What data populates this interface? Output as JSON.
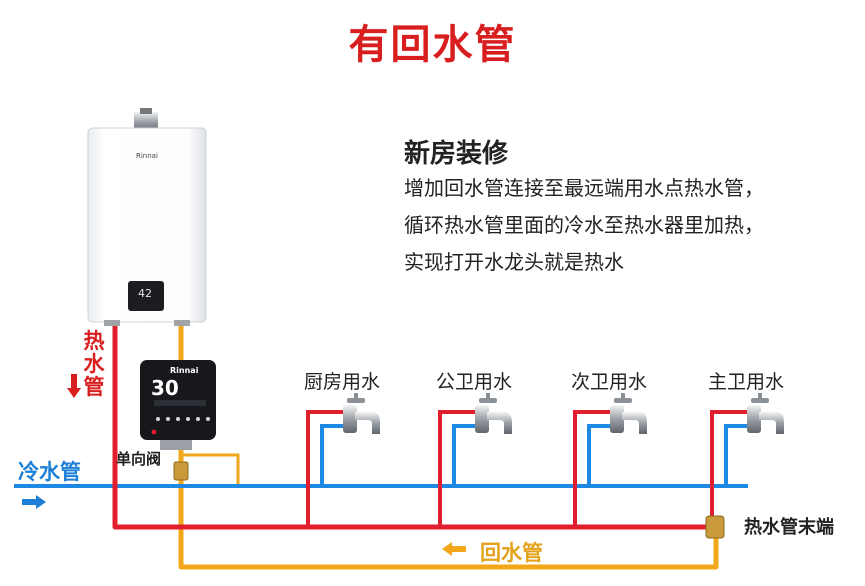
{
  "title": "有回水管",
  "description": {
    "heading": "新房装修",
    "lines": [
      "增加回水管连接至最远端用水点热水管，",
      "循环热水管里面的冷水至热水器里加热，",
      "实现打开水龙头就是热水"
    ]
  },
  "taps": [
    {
      "label": "厨房用水"
    },
    {
      "label": "公卫用水"
    },
    {
      "label": "次卫用水"
    },
    {
      "label": "主卫用水"
    }
  ],
  "labels": {
    "cold_pipe": "冷水管",
    "hot_pipe": "热水管",
    "check_valve": "单向阀",
    "hot_pipe_end": "热水管末端",
    "return_pipe": "回水管"
  },
  "heater": {
    "brand": "Rinnai",
    "display": "42"
  },
  "pump": {
    "brand": "Rinnai",
    "display": "30"
  },
  "colors": {
    "title": "#d81e1e",
    "hot_pipe": "#e01e2e",
    "cold_pipe": "#1e88e5",
    "return_pipe": "#f2a71b"
  },
  "icons": {
    "tap": "faucet-icon",
    "cold_arrow": "arrow-right-icon",
    "hot_arrow": "arrow-down-icon",
    "return_arrow": "arrow-left-icon"
  }
}
